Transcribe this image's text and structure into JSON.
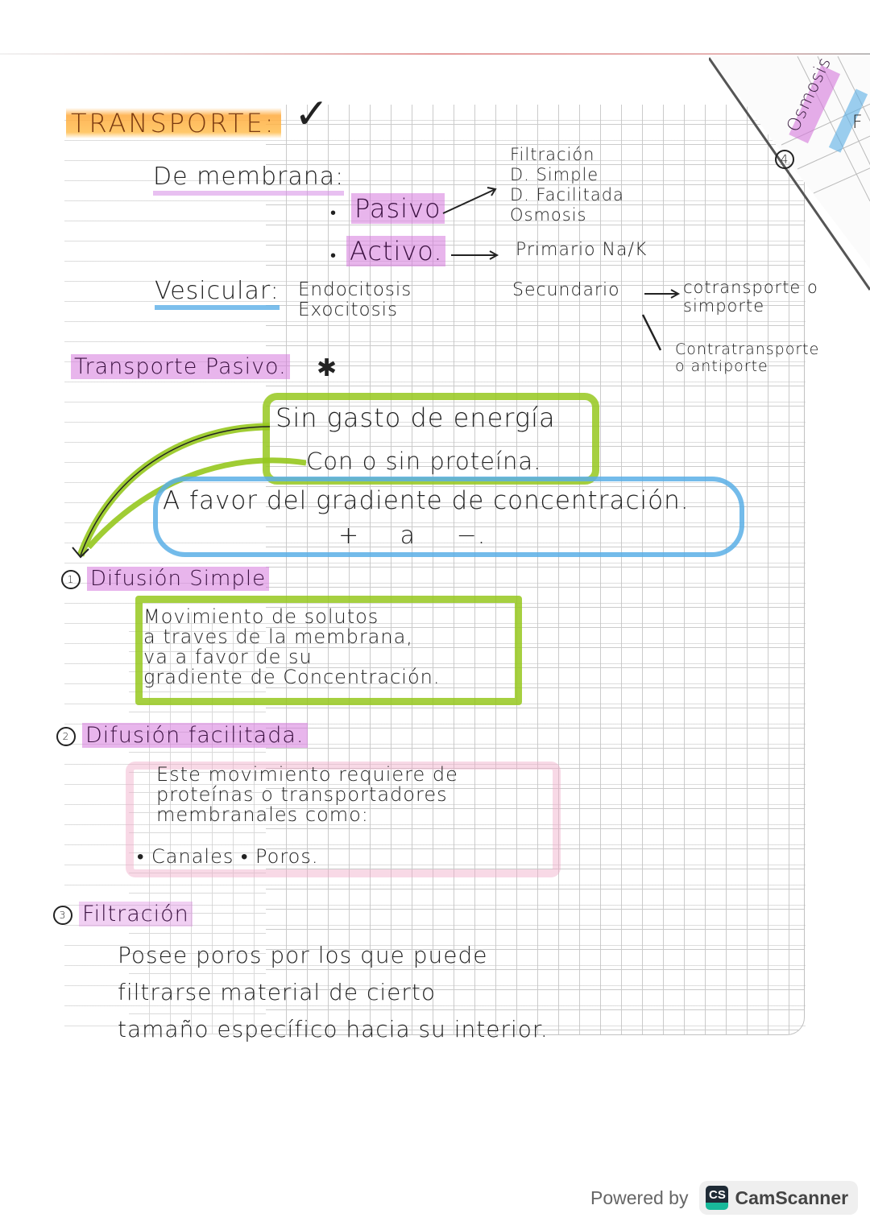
{
  "note": {
    "title": "TRANSPORTE:",
    "title_mark": "✓",
    "membrane_label": "De membrana:",
    "passive_label": "Pasivo",
    "active_label": "Activo.",
    "vesicular_label": "Vesicular:",
    "vesicular_items": [
      "Endocitosis",
      "Exocitosis"
    ],
    "passive_types": [
      "Filtración",
      "D. Simple",
      "D. Facilitada",
      "Osmosis"
    ],
    "active_primary": "Primario Na/K",
    "active_secondary": "Secundario",
    "secondary_cotransport": [
      "cotransporte o",
      "simporte"
    ],
    "secondary_countertransport": [
      "Contratransporte",
      "o antiporte"
    ],
    "fold_corner": {
      "number": "4",
      "label": "Osmosis",
      "partial": "F"
    }
  },
  "passive_section": {
    "heading": "Transporte Pasivo.",
    "star": "✱",
    "green_lines": [
      "Sin gasto de energía",
      "Con o sin proteína."
    ],
    "blue_line": "A favor del gradiente de concentración.",
    "gradient_note": "+ a −."
  },
  "items": [
    {
      "number": "1",
      "title": "Difusión Simple",
      "body": [
        "Movimiento de solutos",
        "a traves de la membrana,",
        "va a favor de su",
        "gradiente de Concentración."
      ]
    },
    {
      "number": "2",
      "title": "Difusión facilitada.",
      "body": [
        "Este movimiento requiere de",
        "proteínas o transportadores",
        "membranales como:"
      ],
      "bullets": "• Canales  • Poros."
    },
    {
      "number": "3",
      "title": "Filtración",
      "body": [
        "Posee poros por los que puede",
        "filtrarse material de cierto",
        "tamaño específico hacia su interior."
      ]
    }
  ],
  "footer": {
    "powered_by": "Powered by",
    "logo_text": "CS",
    "brand": "CamScanner"
  },
  "colors": {
    "orange_highlight": "#ffaa3c",
    "purple_highlight": "#d678dc",
    "green_outline": "#96c81e",
    "blue_outline": "#5aafe6",
    "pink_outline": "#f0aac8",
    "brand_teal": "#19b99a"
  }
}
